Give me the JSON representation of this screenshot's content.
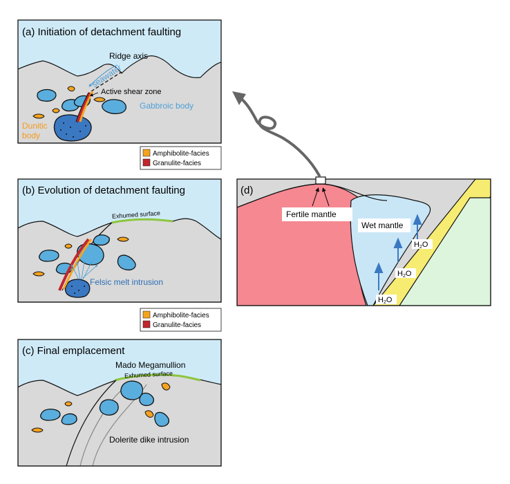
{
  "panel_a": {
    "title": "(a) Initiation of detachment faulting",
    "ridge_axis": "Ridge axis",
    "seawater": "seawater",
    "active_shear_zone": "Active shear zone",
    "gabbroic_body": "Gabbroic body",
    "dunitic_line1": "Dunitic",
    "dunitic_line2": "body"
  },
  "panel_b": {
    "title": "(b) Evolution of detachment faulting",
    "exhumed_surface": "Exhumed surface",
    "felsic_melt": "Felsic melt intrusion"
  },
  "panel_c": {
    "title": "(c) Final emplacement",
    "mado": "Mado Megamullion",
    "exhumed_surface": "Exhumed surface",
    "dolerite": "Dolerite dike intrusion"
  },
  "panel_d": {
    "title": "(d)",
    "fertile_mantle": "Fertile mantle",
    "wet_mantle": "Wet mantle",
    "h2o": "H",
    "h2o_sub": "2",
    "h2o_end": "O"
  },
  "legend": {
    "amphibolite": "Amphibolite-facies",
    "granulite": "Granulite-facies"
  },
  "colors": {
    "sea": "#cfeaf7",
    "rock": "#d9d9d9",
    "gabbro": "#5aaede",
    "gabbro_dark": "#3a78c2",
    "dunite": "#f5a31f",
    "granulite": "#c1272d",
    "fertile_mantle": "#f58891",
    "wet_mantle": "#c9e6f6",
    "slab_yellow": "#f7ec72",
    "plate_green": "#dcf5dc",
    "exhumed_green": "#8cc63f"
  }
}
